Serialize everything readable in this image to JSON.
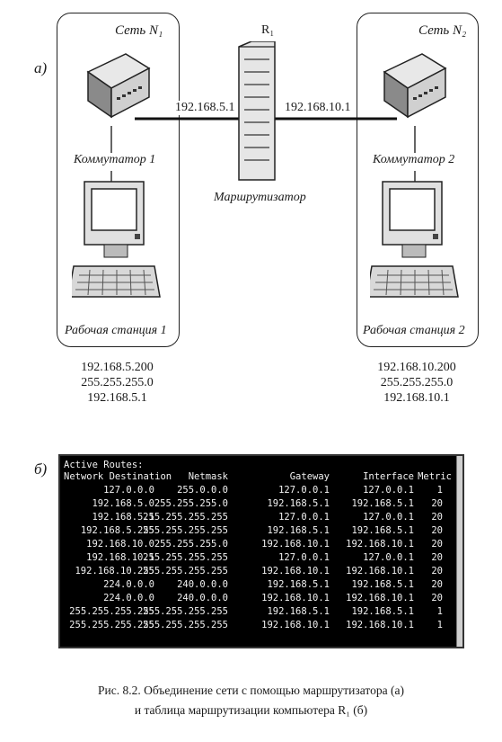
{
  "figure": {
    "part_a_label": "а)",
    "part_b_label": "б)",
    "network_1": {
      "label": "Сеть N₁",
      "switch_label": "Коммутатор 1",
      "workstation_label": "Рабочая станция 1",
      "ip": "192.168.5.200",
      "mask": "255.255.255.0",
      "gateway": "192.168.5.1"
    },
    "network_2": {
      "label": "Сеть N₂",
      "switch_label": "Коммутатор 2",
      "workstation_label": "Рабочая станция 2",
      "ip": "192.168.10.200",
      "mask": "255.255.255.0",
      "gateway": "192.168.10.1"
    },
    "router": {
      "name": "R₁",
      "label": "Маршрутизатор",
      "left_interface_ip": "192.168.5.1",
      "right_interface_ip": "192.168.10.1"
    },
    "route_table": {
      "title": "Active Routes:",
      "headers": [
        "Network Destination",
        "Netmask",
        "Gateway",
        "Interface",
        "Metric"
      ],
      "rows": [
        [
          "127.0.0.0",
          "255.0.0.0",
          "127.0.0.1",
          "127.0.0.1",
          "1"
        ],
        [
          "192.168.5.0",
          "255.255.255.0",
          "192.168.5.1",
          "192.168.5.1",
          "20"
        ],
        [
          "192.168.5.1",
          "255.255.255.255",
          "127.0.0.1",
          "127.0.0.1",
          "20"
        ],
        [
          "192.168.5.255",
          "255.255.255.255",
          "192.168.5.1",
          "192.168.5.1",
          "20"
        ],
        [
          "192.168.10.0",
          "255.255.255.0",
          "192.168.10.1",
          "192.168.10.1",
          "20"
        ],
        [
          "192.168.10.1",
          "255.255.255.255",
          "127.0.0.1",
          "127.0.0.1",
          "20"
        ],
        [
          "192.168.10.255",
          "255.255.255.255",
          "192.168.10.1",
          "192.168.10.1",
          "20"
        ],
        [
          "224.0.0.0",
          "240.0.0.0",
          "192.168.5.1",
          "192.168.5.1",
          "20"
        ],
        [
          "224.0.0.0",
          "240.0.0.0",
          "192.168.10.1",
          "192.168.10.1",
          "20"
        ],
        [
          "255.255.255.255",
          "255.255.255.255",
          "192.168.5.1",
          "192.168.5.1",
          "1"
        ],
        [
          "255.255.255.255",
          "255.255.255.255",
          "192.168.10.1",
          "192.168.10.1",
          "1"
        ]
      ]
    },
    "caption": {
      "line1": "Рис. 8.2. Объединение сети с помощью маршрутизатора (а)",
      "line2": "и таблица маршрутизации компьютера R₁ (б)"
    }
  }
}
